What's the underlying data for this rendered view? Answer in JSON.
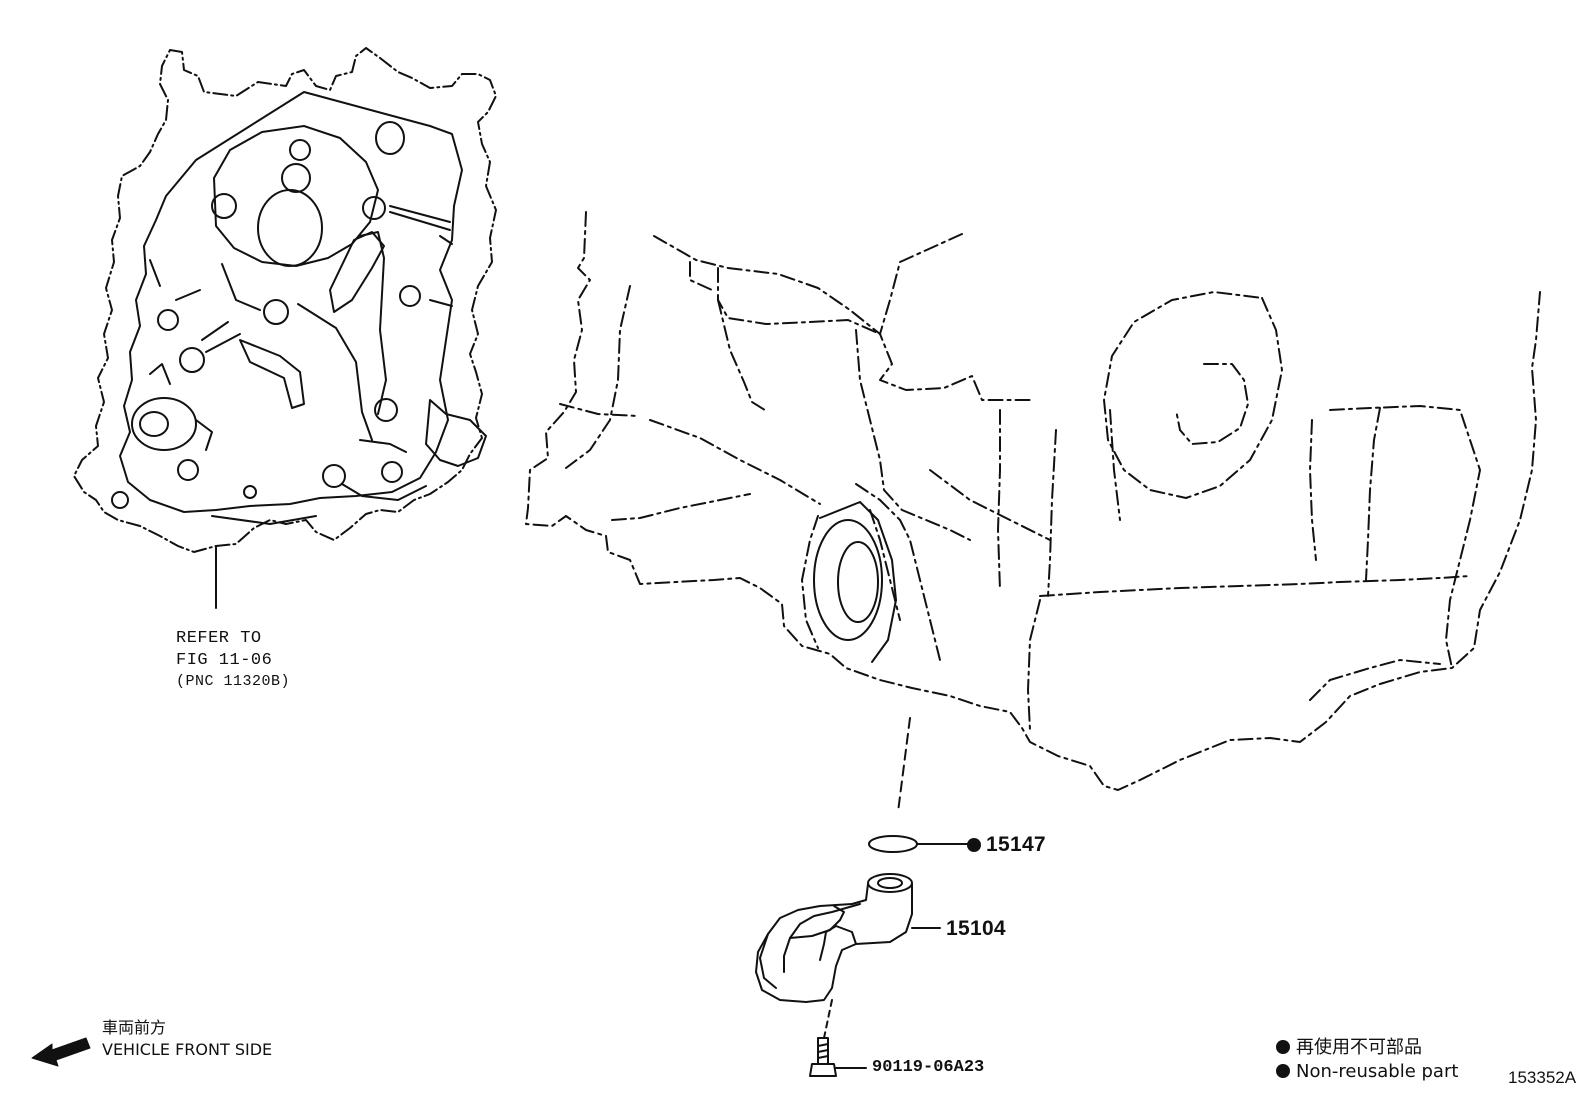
{
  "refer": {
    "line1": "REFER TO",
    "line2": "FIG 11-06",
    "line3": "(PNC 11320B)"
  },
  "parts": [
    {
      "number": "15147",
      "non_reusable": true
    },
    {
      "number": "15104",
      "non_reusable": false
    },
    {
      "number": "90119-06A23",
      "non_reusable": false
    }
  ],
  "front": {
    "japanese": "車両前方",
    "english": "VEHICLE FRONT SIDE",
    "icon": "arrow-left-icon"
  },
  "legend": {
    "japanese": "再使用不可部品",
    "english": "Non-reusable part",
    "icon": "filled-circle-icon"
  },
  "figure_id": "153352A",
  "colors": {
    "ink": "#111111",
    "background": "#ffffff"
  }
}
